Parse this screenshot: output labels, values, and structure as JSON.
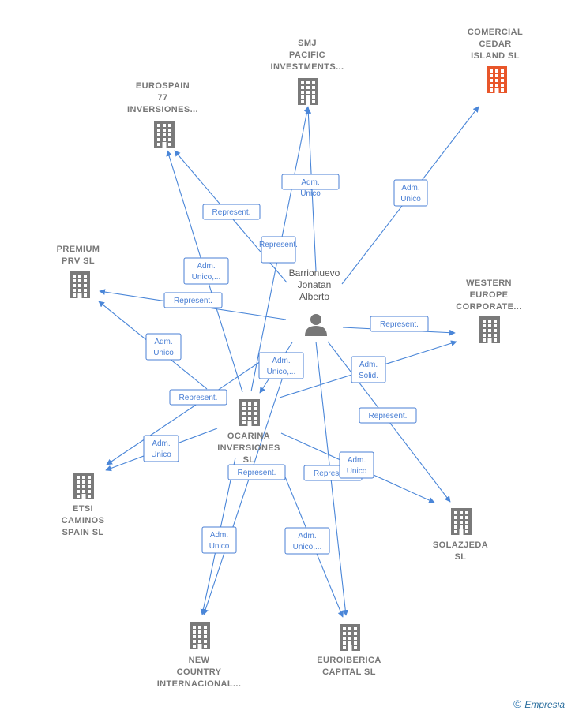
{
  "center": {
    "id": "person",
    "label": [
      "Barrionuevo",
      "Jonatan",
      "Alberto"
    ],
    "icon": "person-icon"
  },
  "nodes": [
    {
      "id": "smj",
      "label": [
        "SMJ",
        "PACIFIC",
        "INVESTMENTS..."
      ],
      "icon": "building-icon",
      "color": "#7a7a7a"
    },
    {
      "id": "comercial",
      "label": [
        "COMERCIAL",
        "CEDAR",
        "ISLAND  SL"
      ],
      "icon": "building-icon",
      "color": "#e8562a"
    },
    {
      "id": "eurospain",
      "label": [
        "EUROSPAIN",
        "77",
        "INVERSIONES..."
      ],
      "icon": "building-icon",
      "color": "#7a7a7a"
    },
    {
      "id": "premium",
      "label": [
        "PREMIUM",
        "PRV  SL"
      ],
      "icon": "building-icon",
      "color": "#7a7a7a"
    },
    {
      "id": "western",
      "label": [
        "WESTERN",
        "EUROPE",
        "CORPORATE..."
      ],
      "icon": "building-icon",
      "color": "#7a7a7a"
    },
    {
      "id": "ocarina",
      "label": [
        "OCARINA",
        "INVERSIONES",
        "SL"
      ],
      "icon": "building-icon",
      "color": "#7a7a7a"
    },
    {
      "id": "etsi",
      "label": [
        "ETSI",
        "CAMINOS",
        "SPAIN  SL"
      ],
      "icon": "building-icon",
      "color": "#7a7a7a"
    },
    {
      "id": "solazjeda",
      "label": [
        "SOLAZJEDA",
        "SL"
      ],
      "icon": "building-icon",
      "color": "#7a7a7a"
    },
    {
      "id": "newcountry",
      "label": [
        "NEW",
        "COUNTRY",
        "INTERNACIONAL..."
      ],
      "icon": "building-icon",
      "color": "#7a7a7a"
    },
    {
      "id": "euroiberica",
      "label": [
        "EUROIBERICA",
        "CAPITAL  SL"
      ],
      "icon": "building-icon",
      "color": "#7a7a7a"
    }
  ],
  "edge_labels": [
    [
      "Represent."
    ],
    [
      "Adm.",
      "Unico"
    ],
    [
      "Represent."
    ],
    [
      "Adm.",
      "Unico"
    ],
    [
      "Adm.",
      "Unico,..."
    ],
    [
      "Represent."
    ],
    [
      "Adm.",
      "Unico"
    ],
    [
      "Represent."
    ],
    [
      "Adm.",
      "Unico,..."
    ],
    [
      "Adm.",
      "Solid."
    ],
    [
      "Represent."
    ],
    [
      "Represent."
    ],
    [
      "Adm.",
      "Unico"
    ],
    [
      "Represent."
    ],
    [
      "Adm.",
      "Unico"
    ],
    [
      "Adm.",
      "Unico"
    ],
    [
      "Represent."
    ],
    [
      "Adm.",
      "Unico,..."
    ]
  ],
  "colors": {
    "edge": "#4a86d8",
    "accent": "#e8562a",
    "node": "#7a7a7a"
  },
  "brand": {
    "copyright": "©",
    "name": "Empresia"
  }
}
